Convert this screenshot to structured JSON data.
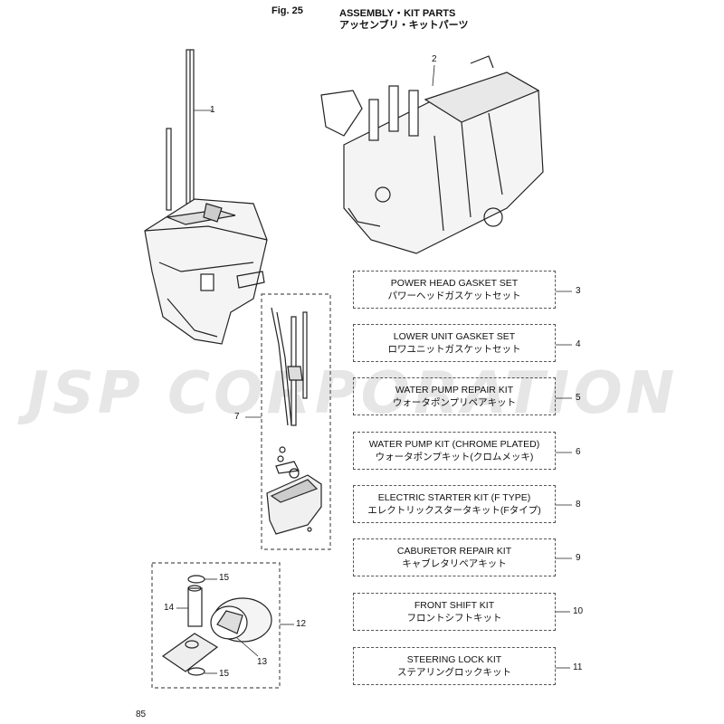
{
  "header": {
    "figure": "Fig. 25",
    "title": "ASSEMBLY・KIT PARTS",
    "subtitle": "アッセンブリ・キットパーツ"
  },
  "watermark": "JSP CORPORATION",
  "page_number": "85",
  "kits": [
    {
      "number": "3",
      "en": "POWER HEAD GASKET SET",
      "jp": "パワーヘッドガスケットセット"
    },
    {
      "number": "4",
      "en": "LOWER UNIT GASKET SET",
      "jp": "ロワユニットガスケットセット"
    },
    {
      "number": "5",
      "en": "WATER PUMP REPAIR KIT",
      "jp": "ウォータポンプリペアキット"
    },
    {
      "number": "6",
      "en": "WATER PUMP KIT (CHROME PLATED)",
      "jp": "ウォータポンプキット(クロムメッキ)"
    },
    {
      "number": "8",
      "en": "ELECTRIC STARTER KIT (F TYPE)",
      "jp": "エレクトリックスタータキット(Fタイプ)"
    },
    {
      "number": "9",
      "en": "CABURETOR REPAIR KIT",
      "jp": "キャブレタリペアキット"
    },
    {
      "number": "10",
      "en": "FRONT SHIFT KIT",
      "jp": "フロントシフトキット"
    },
    {
      "number": "11",
      "en": "STEERING LOCK KIT",
      "jp": "ステアリングロックキット"
    }
  ],
  "callouts": {
    "c1": "1",
    "c2": "2",
    "c7": "7",
    "c12": "12",
    "c13": "13",
    "c14": "14",
    "c15a": "15",
    "c15b": "15"
  }
}
